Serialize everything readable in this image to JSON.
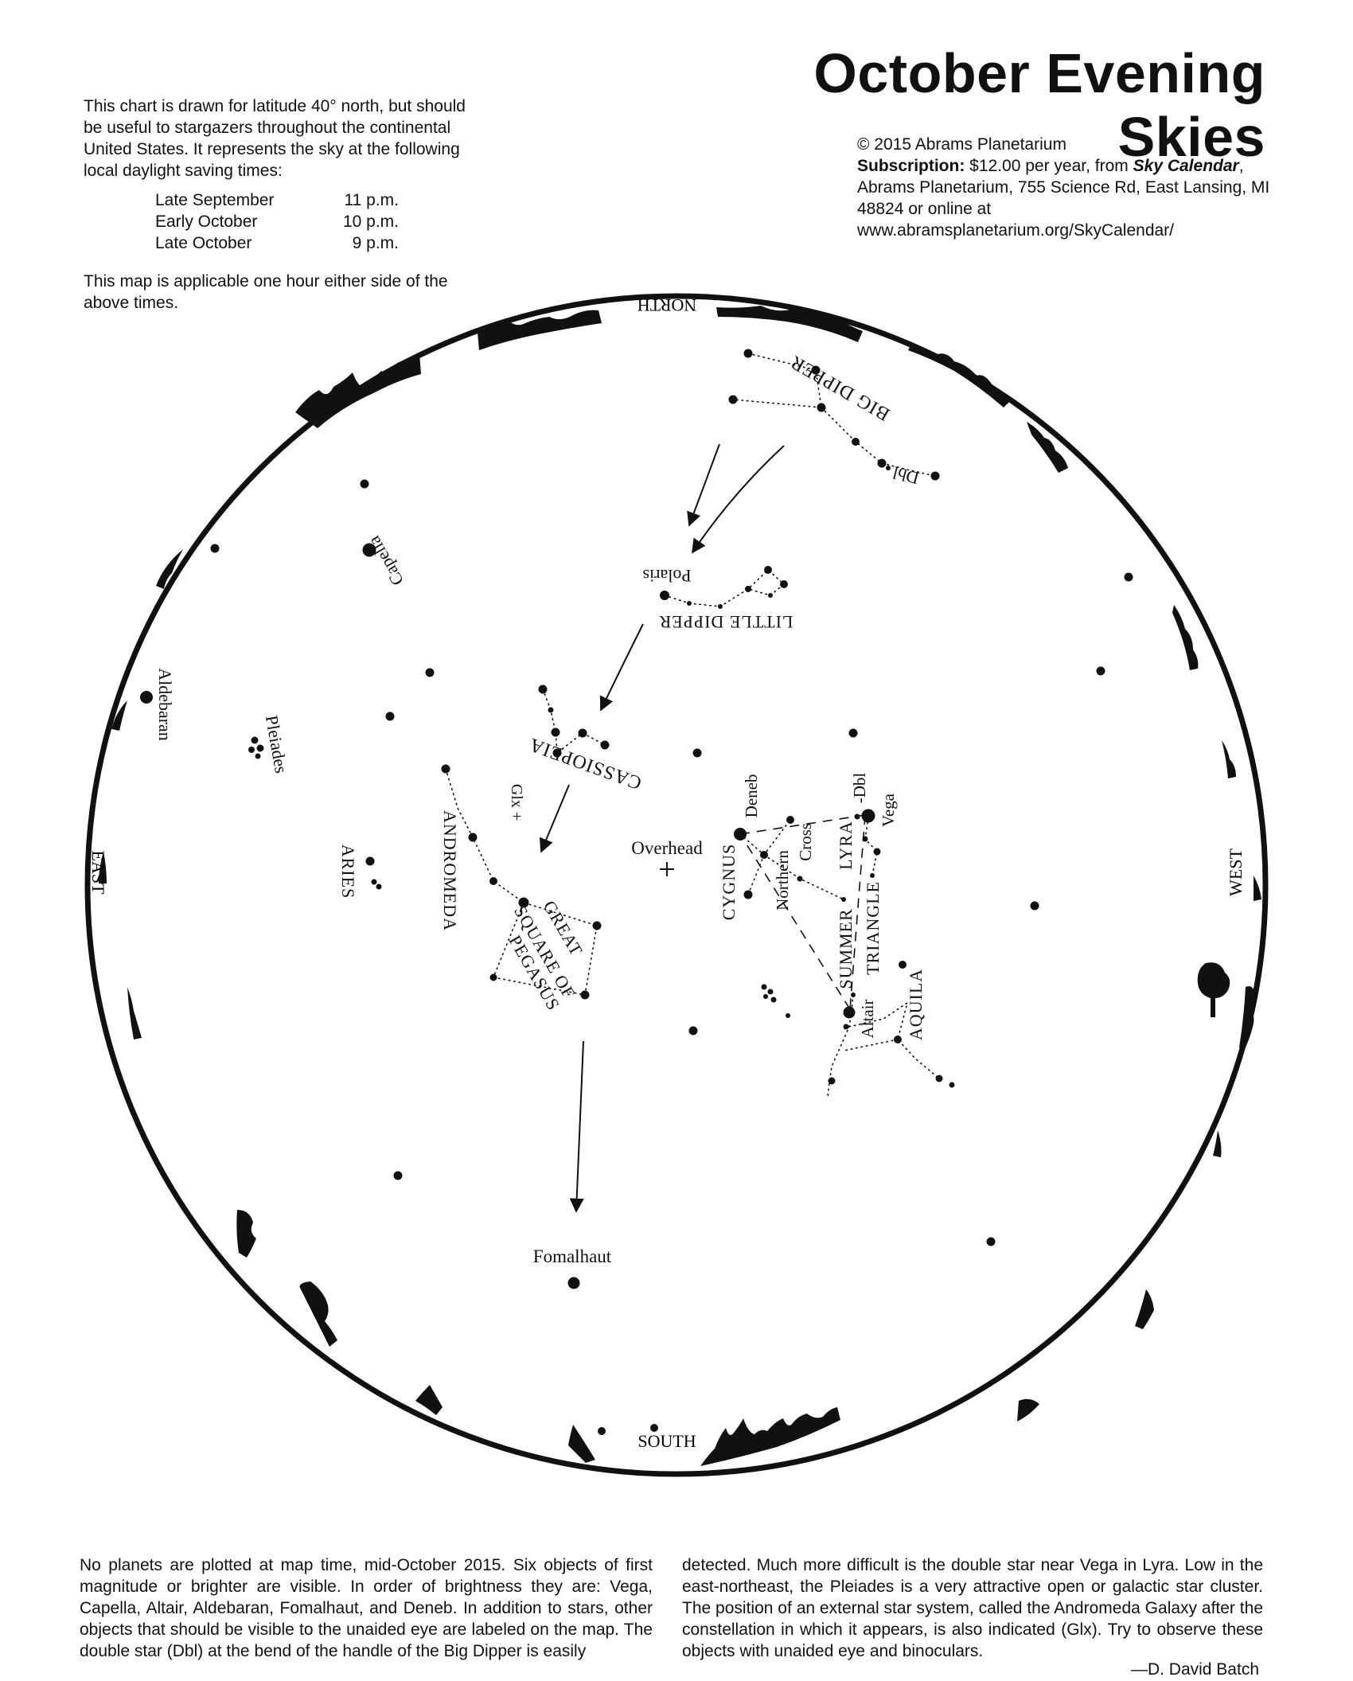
{
  "title": "October Evening Skies",
  "intro": "This chart is drawn for latitude 40° north, but should be useful to stargazers throughout the continental United States. It represents the sky at the following local daylight saving times:",
  "times": [
    {
      "label": "Late September",
      "time": "11 p.m."
    },
    {
      "label": "Early October",
      "time": "10 p.m."
    },
    {
      "label": "Late October",
      "time": "9 p.m."
    }
  ],
  "applicability": "This map is applicable one hour either side of the above times.",
  "copyright": {
    "line": "© 2015 Abrams Planetarium",
    "sub_label": "Subscription:",
    "sub_text1": " $12.00 per year, from ",
    "publication": "Sky Calendar",
    "sub_text2": ", Abrams Planetarium, 755 Science Rd, East Lansing, MI 48824 or online at www.abramsplanetarium.org/SkyCalendar/"
  },
  "directions": {
    "north": "NORTH",
    "south": "SOUTH",
    "east": "EAST",
    "west": "WEST"
  },
  "labels": {
    "big_dipper": "BIG DIPPER",
    "dbl_dipper": "Dbl",
    "polaris": "Polaris",
    "little_dipper": "LITTLE DIPPER",
    "capella": "Capella",
    "aldebaran": "Aldebaran",
    "pleiades": "Pleiades",
    "cassiopeia": "CASSIOPEIA",
    "glx": "Glx +",
    "andromeda": "ANDROMEDA",
    "aries": "ARIES",
    "great": "GREAT",
    "square_of": "SQUARE OF",
    "pegasus": "PEGASUS",
    "overhead": "Overhead",
    "deneb": "Deneb",
    "cygnus": "CYGNUS",
    "northern": "Northern",
    "cross": "Cross",
    "lyra": "LYRA",
    "dbl_lyra": "-Dbl",
    "vega": "Vega",
    "summer": "SUMMER",
    "triangle": "TRIANGLE",
    "altair": "Altair",
    "aquila": "AQUILA",
    "fomalhaut": "Fomalhaut"
  },
  "text_left": "No planets are plotted at map time, mid-October 2015. Six objects of first magnitude or brighter are visible. In order of brightness they are: Vega, Capella, Altair, Aldebaran, Fomalhaut, and Deneb. In addition to stars, other objects that should be visible to the unaided eye are labeled on the map. The double star (Dbl) at the bend of the handle of the Big Dipper is easily",
  "text_right": "detected. Much more difficult is the double star near Vega in Lyra. Low in the east-northeast, the Pleiades is a very attractive open or galactic star cluster. The position of an external star system, called the Andromeda Galaxy after the constellation in which it appears, is also indicated (Glx). Try to observe these objects with unaided eye and binoculars.",
  "signature": "—D. David Batch"
}
